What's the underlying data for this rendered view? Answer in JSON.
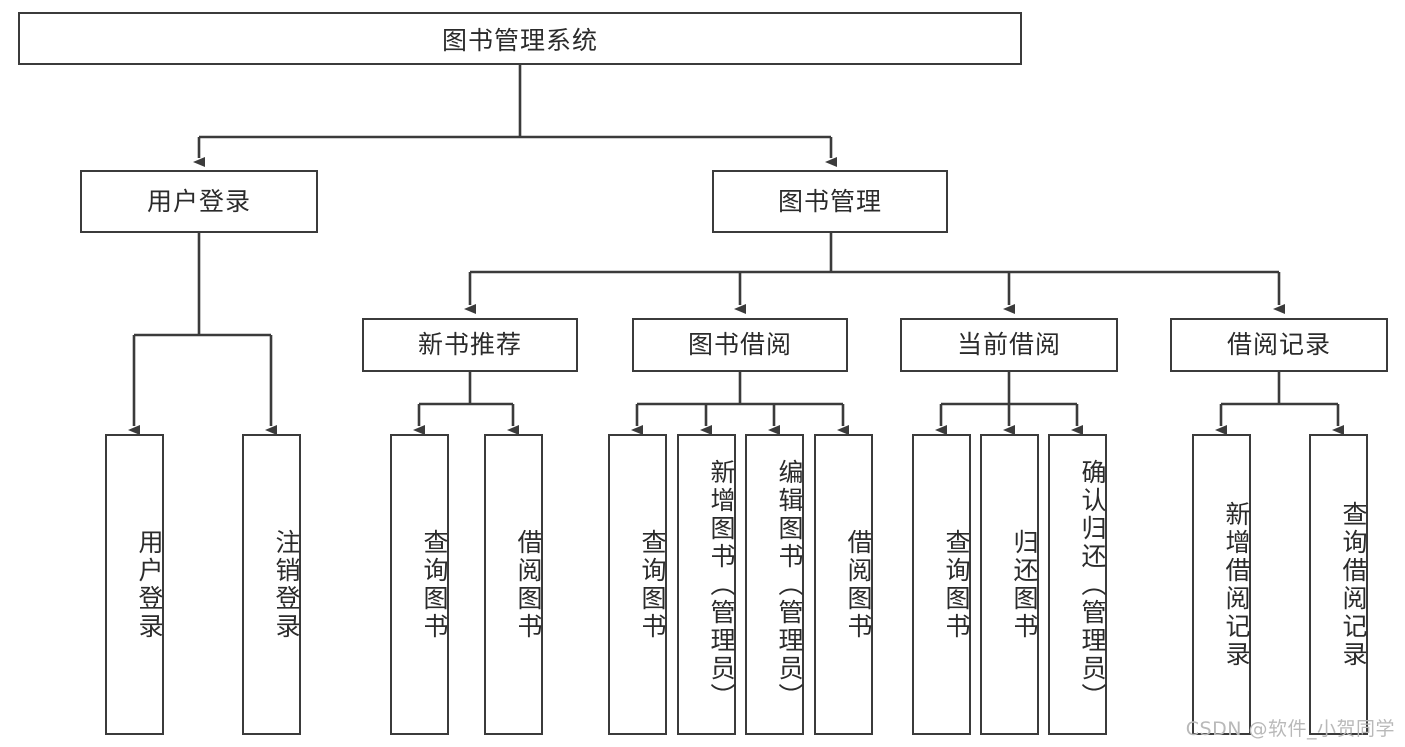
{
  "diagram": {
    "title": "图书管理系统",
    "type": "tree-hierarchy-diagram",
    "background_color": "#ffffff",
    "border_color": "#3b3b3b",
    "text_color": "#2b2b2b",
    "root": {
      "label": "图书管理系统"
    },
    "level2": [
      {
        "label": "用户登录"
      },
      {
        "label": "图书管理"
      }
    ],
    "level3": [
      {
        "label": "新书推荐"
      },
      {
        "label": "图书借阅"
      },
      {
        "label": "当前借阅"
      },
      {
        "label": "借阅记录"
      }
    ],
    "leaves": {
      "user_login": [
        {
          "label": "用户登录"
        },
        {
          "label": "注销登录"
        }
      ],
      "new_book_recommend": [
        {
          "label": "查询图书"
        },
        {
          "label": "借阅图书"
        }
      ],
      "book_borrow": [
        {
          "label": "查询图书"
        },
        {
          "label": "新增图书（管理员）"
        },
        {
          "label": "编辑图书（管理员）"
        },
        {
          "label": "借阅图书"
        }
      ],
      "current_borrow": [
        {
          "label": "查询图书"
        },
        {
          "label": "归还图书"
        },
        {
          "label": "确认归还（管理员）"
        }
      ],
      "borrow_record": [
        {
          "label": "新增借阅记录"
        },
        {
          "label": "查询借阅记录"
        }
      ]
    }
  },
  "watermark": {
    "text": "CSDN @软件_小贺同学"
  }
}
